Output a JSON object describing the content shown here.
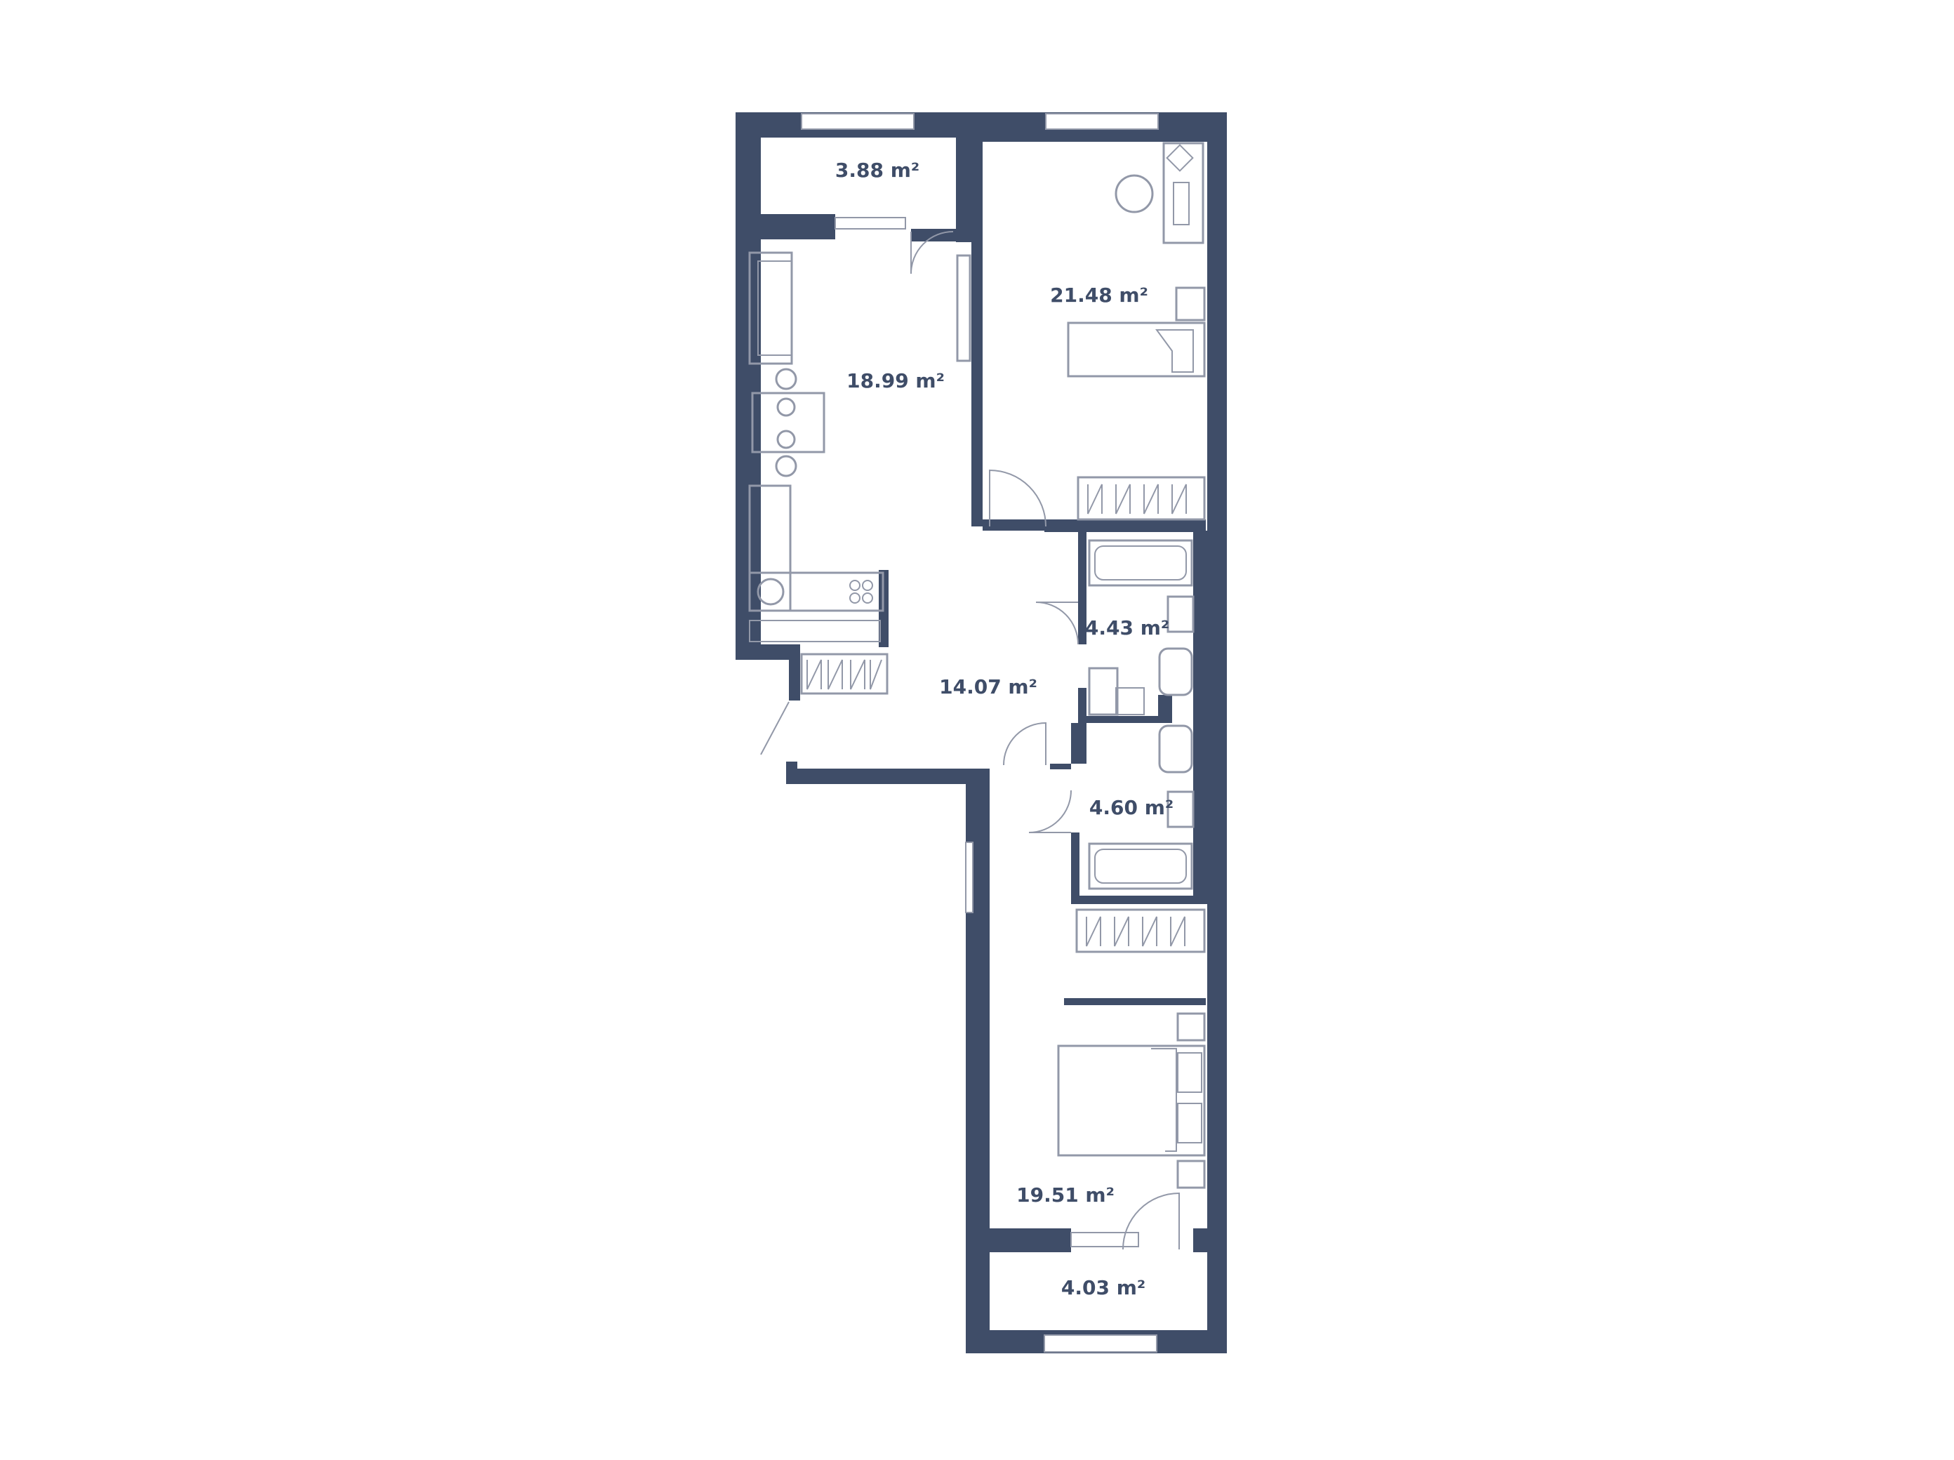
{
  "colors": {
    "wall": "#3f4d68",
    "furniture": "#9298a8",
    "background": "#ffffff",
    "label": "#3f4d68"
  },
  "rooms": [
    {
      "id": "balcony-top",
      "area": "3.88 m²"
    },
    {
      "id": "bedroom-top",
      "area": "21.48 m²"
    },
    {
      "id": "kitchen-living",
      "area": "18.99 m²"
    },
    {
      "id": "bathroom-1",
      "area": "4.43 m²"
    },
    {
      "id": "hallway",
      "area": "14.07 m²"
    },
    {
      "id": "bathroom-2",
      "area": "4.60 m²"
    },
    {
      "id": "bedroom-bottom",
      "area": "19.51 m²"
    },
    {
      "id": "balcony-bottom",
      "area": "4.03 m²"
    }
  ]
}
